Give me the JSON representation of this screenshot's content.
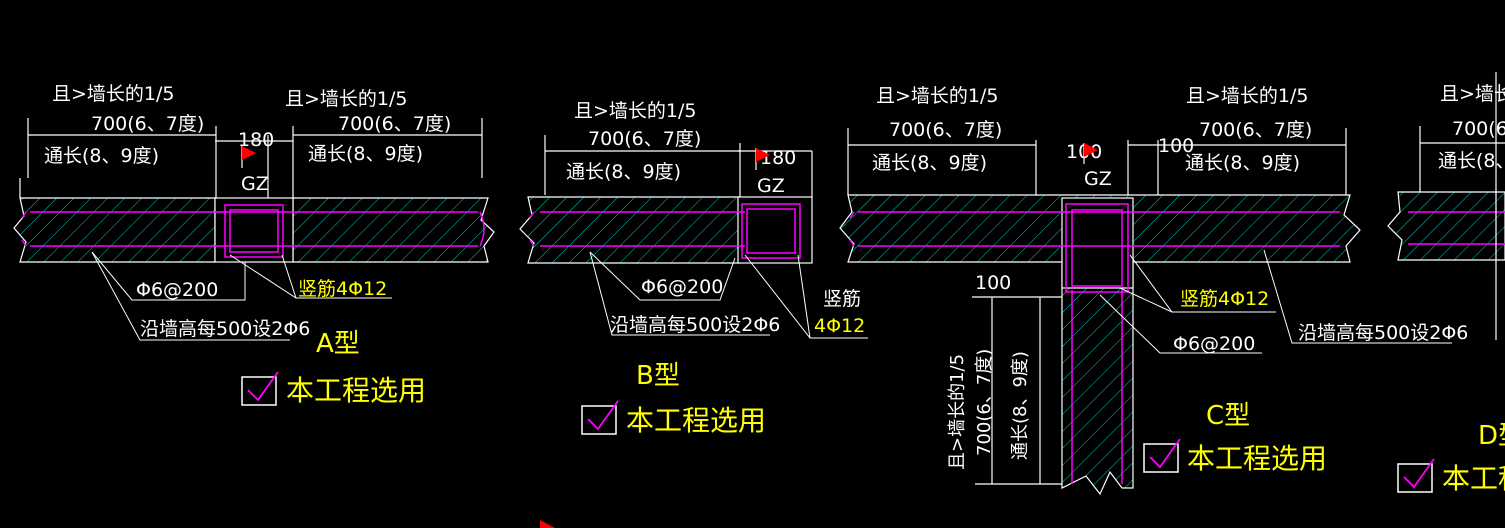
{
  "labels": {
    "min_fifth": "且>墙长的1/5",
    "len_700": "700(6、7度)",
    "through": "通长(8、9度)",
    "gz": "GZ",
    "dim_180": "180",
    "dim_100": "100",
    "stirrup": "Φ6@200",
    "per_500": "沿墙高每500设2Φ6",
    "vbar_4_12": "竖筋4Φ12",
    "vbar_word": "竖筋",
    "vbar_qty": "4Φ12",
    "selected": "本工程选用"
  },
  "types": {
    "a": "A型",
    "b": "B型",
    "c": "C型",
    "d": "D型"
  },
  "colors": {
    "background": "#000000",
    "outline": "#ffffff",
    "rebar": "#ff00ff",
    "hatch": "#00c8c8",
    "note": "#ffff00",
    "flag": "#ff0000"
  },
  "icons": {
    "checkbox": "checkbox-checked-icon",
    "flag": "red-flag-icon"
  }
}
